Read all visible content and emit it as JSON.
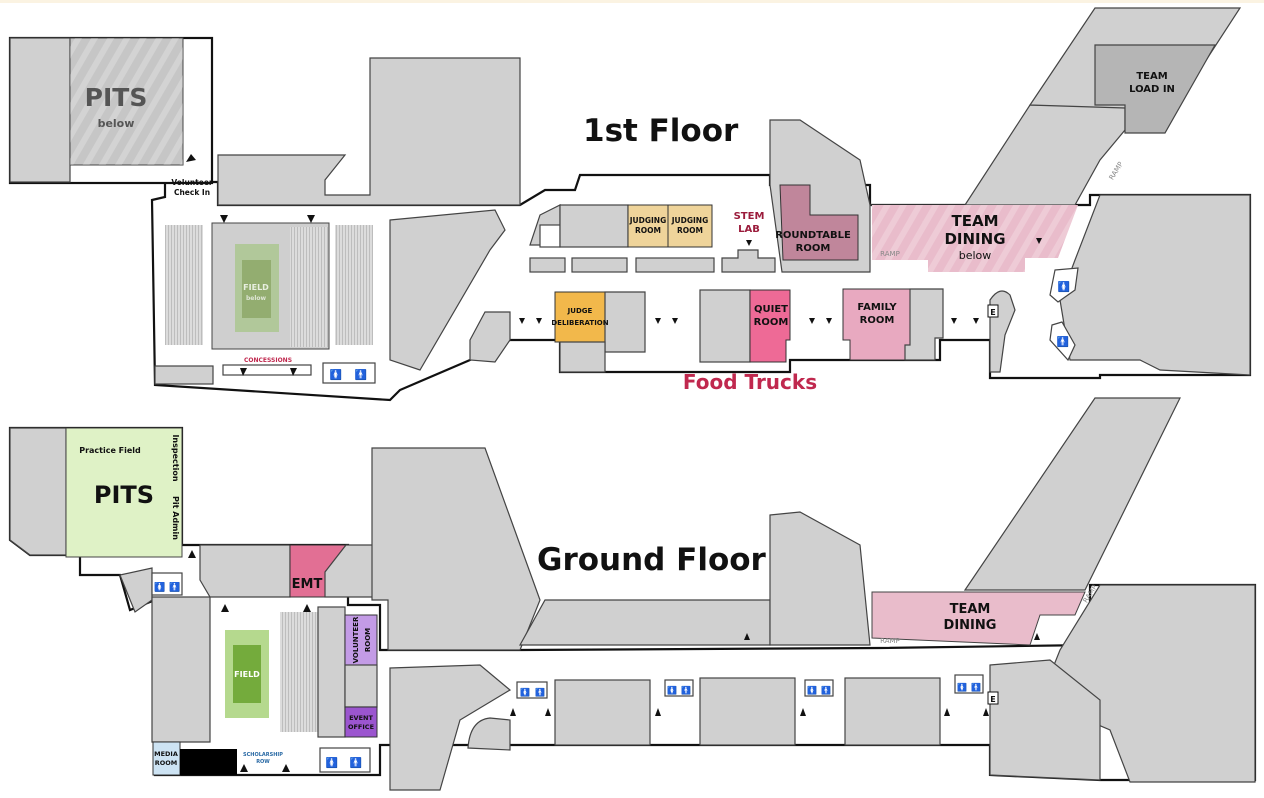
{
  "colors": {
    "building": "#d0d0d0",
    "outline": "#111111",
    "judging": "#efd49a",
    "judge_deliberation": "#f2b84b",
    "stem_lab_text": "#9b1c3c",
    "roundtable": "#c0869b",
    "team_dining": "#e9bccb",
    "quiet_room": "#ee6a96",
    "family_room": "#e8a9c0",
    "food_trucks_text": "#c0284e",
    "pits": "#dff2c6",
    "field_outer": "#b5d98e",
    "field_inner": "#74ab3c",
    "emt": "#e26f94",
    "volunteer_room": "#c39be6",
    "event_office": "#9b55cf",
    "media_room": "#cde3f3",
    "scholarship_text": "#2a6aa5",
    "concessions_text": "#c0284e"
  },
  "first_floor": {
    "title": "1st Floor",
    "rooms": {
      "pits": "PITS",
      "pits_sub": "below",
      "volunteer_checkin_1": "Volunteer",
      "volunteer_checkin_2": "Check In",
      "field": "FIELD",
      "field_sub": "below",
      "concessions": "CONCESSIONS",
      "judging_room_a_1": "JUDGING",
      "judging_room_a_2": "ROOM",
      "judging_room_b_1": "JUDGING",
      "judging_room_b_2": "ROOM",
      "stem_lab_1": "STEM",
      "stem_lab_2": "LAB",
      "roundtable_1": "ROUNDTABLE",
      "roundtable_2": "ROOM",
      "team_dining_1": "TEAM",
      "team_dining_2": "DINING",
      "team_dining_sub": "below",
      "ramp_a": "RAMP",
      "ramp_b": "RAMP",
      "team_load_in_1": "TEAM",
      "team_load_in_2": "LOAD IN",
      "judge_deliberation_1": "JUDGE",
      "judge_deliberation_2": "DELIBERATION",
      "quiet_room_1": "QUIET",
      "quiet_room_2": "ROOM",
      "family_room_1": "FAMILY",
      "family_room_2": "ROOM",
      "elevator": "E",
      "food_trucks": "Food Trucks"
    }
  },
  "ground_floor": {
    "title": "Ground Floor",
    "rooms": {
      "practice_field": "Practice Field",
      "pits": "PITS",
      "inspection": "Inspection",
      "pit_admin": "Pit Admin",
      "emt": "EMT",
      "field": "FIELD",
      "volunteer_room_1": "VOLUNTEER",
      "volunteer_room_2": "ROOM",
      "event_office_1": "EVENT",
      "event_office_2": "OFFICE",
      "media_room_1": "MEDIA",
      "media_room_2": "ROOM",
      "scholarship_row_1": "SCHOLARSHIP",
      "scholarship_row_2": "ROW",
      "team_dining_1": "TEAM",
      "team_dining_2": "DINING",
      "ramp_a": "RAMP",
      "ramp_b": "RAMP",
      "elevator": "E"
    }
  }
}
